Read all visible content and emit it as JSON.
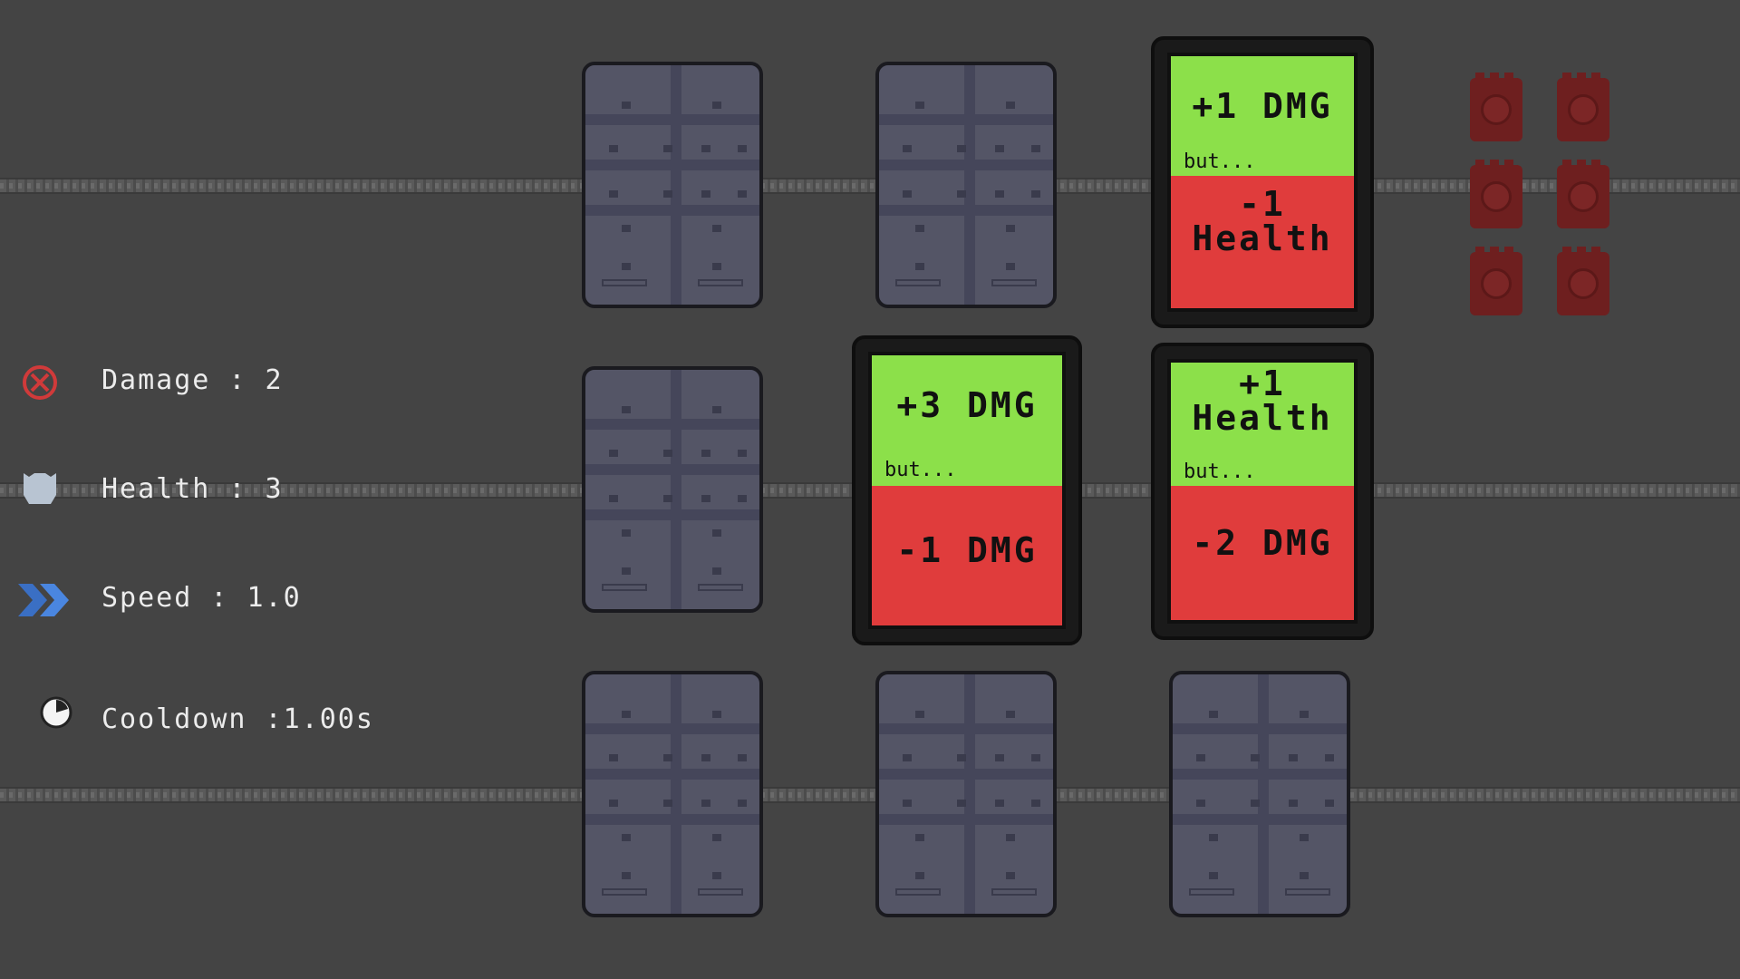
{
  "stats": {
    "damage_label": "Damage : 2",
    "health_label": "Health : 3",
    "speed_label": "Speed : 1.0",
    "cooldown_label": "Cooldown :1.00s"
  },
  "icons": {
    "damage": "damage-target-icon",
    "health": "shield-icon",
    "speed": "speed-chevrons-icon",
    "cooldown": "clock-icon"
  },
  "cards": [
    {
      "up": "+1 DMG",
      "but": "but...",
      "down": "-1\nHealth"
    },
    {
      "up": "+3 DMG",
      "but": "but...",
      "down": "-1 DMG"
    },
    {
      "up": "+1\nHealth",
      "but": "but...",
      "down": "-2 DMG"
    }
  ],
  "colors": {
    "background": "#444444",
    "upside": "#8ce04a",
    "downside": "#e03c3c",
    "slot": "#545566",
    "enemy": "#6e1f1f"
  }
}
